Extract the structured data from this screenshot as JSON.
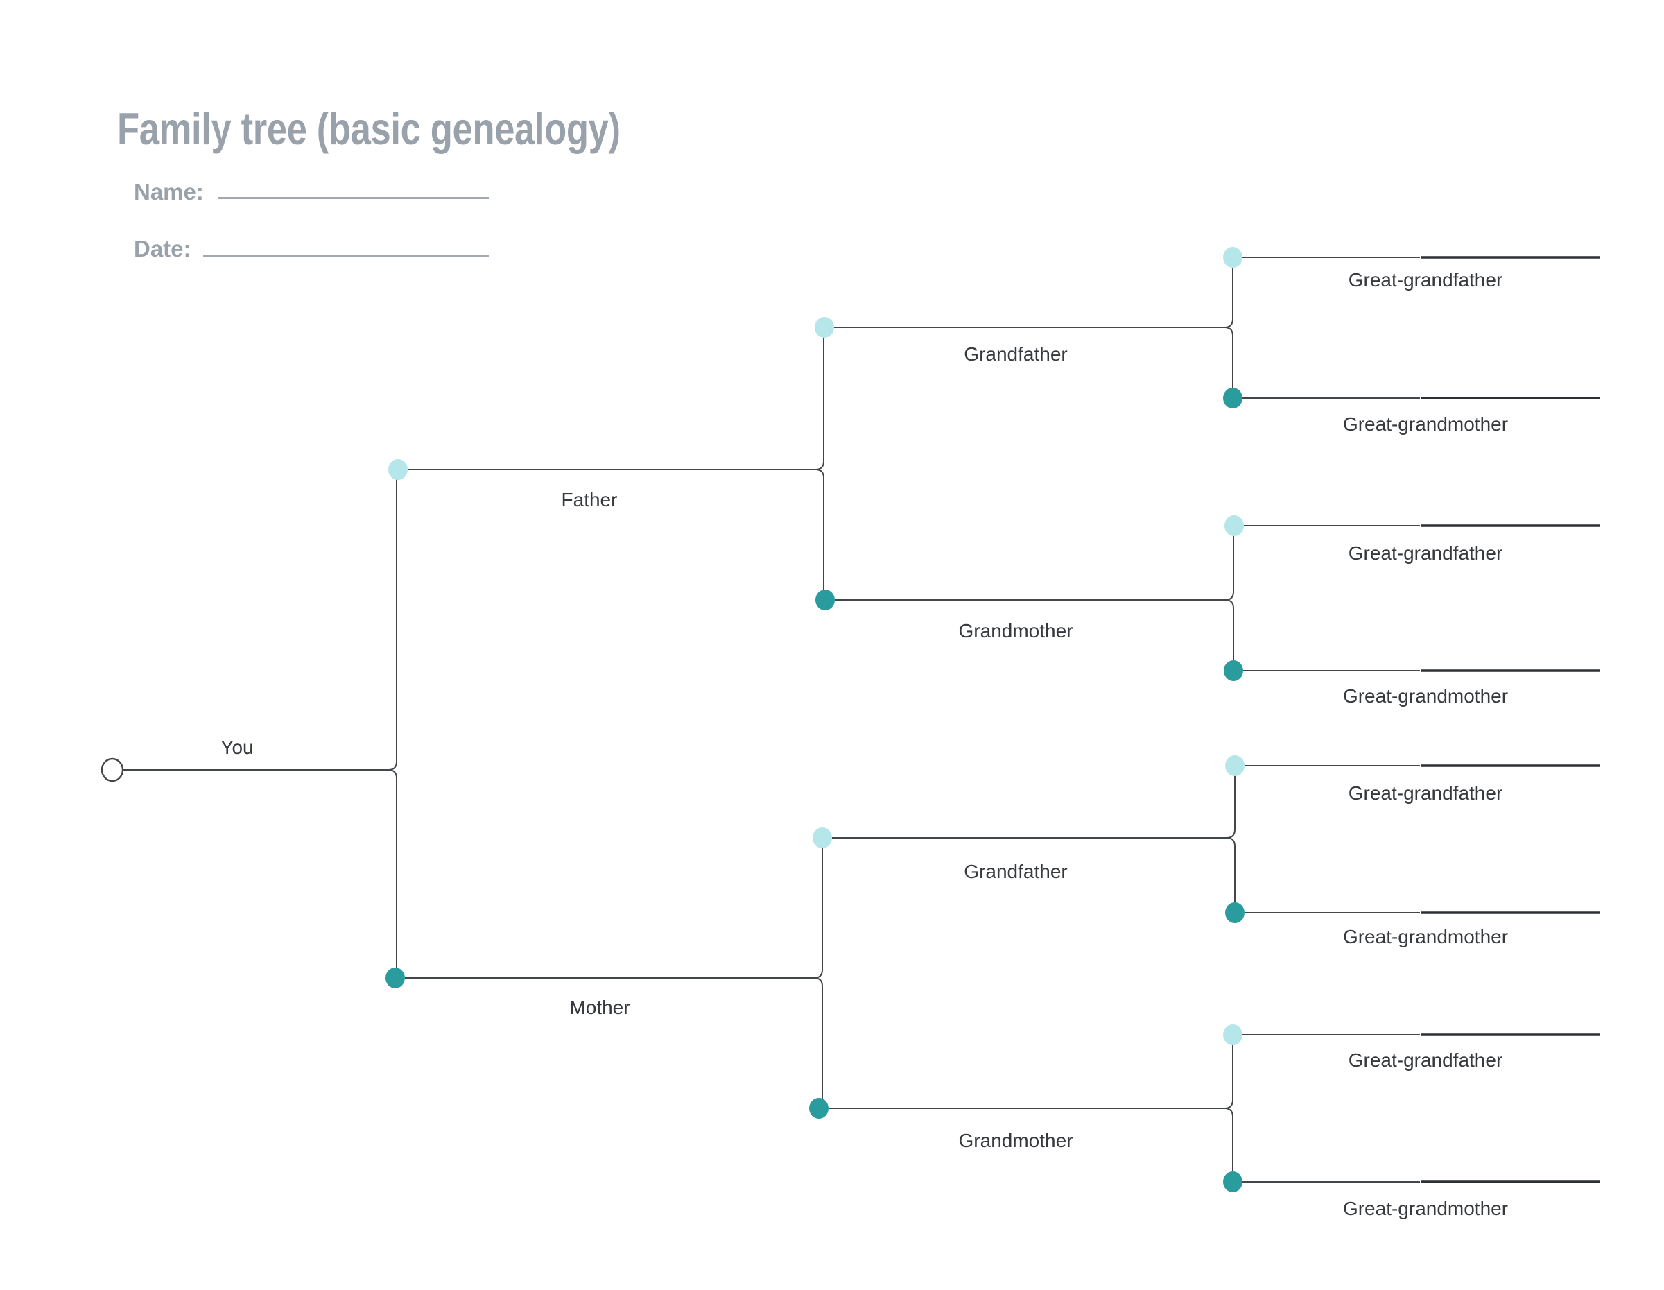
{
  "page": {
    "title": "Family tree (basic genealogy)"
  },
  "form": {
    "name_label": "Name:",
    "name_value": "",
    "date_label": "Date:",
    "date_value": ""
  },
  "tree": {
    "you": {
      "label": "You"
    },
    "father": {
      "label": "Father"
    },
    "mother": {
      "label": "Mother"
    },
    "paternal_grandfather": {
      "label": "Grandfather"
    },
    "paternal_grandmother": {
      "label": "Grandmother"
    },
    "maternal_grandfather": {
      "label": "Grandfather"
    },
    "maternal_grandmother": {
      "label": "Grandmother"
    },
    "great_grandparents": [
      {
        "label": "Great-grandfather"
      },
      {
        "label": "Great-grandmother"
      },
      {
        "label": "Great-grandfather"
      },
      {
        "label": "Great-grandmother"
      },
      {
        "label": "Great-grandfather"
      },
      {
        "label": "Great-grandmother"
      },
      {
        "label": "Great-grandfather"
      },
      {
        "label": "Great-grandmother"
      }
    ]
  },
  "colors": {
    "node_light": "#b5e6e9",
    "node_dark": "#2b9c9e",
    "connector": "#43474a",
    "write_line": "#2c2f33",
    "heading_text": "#99a1ab",
    "underline": "#a3a9b3",
    "node_label_text": "#36393d"
  }
}
